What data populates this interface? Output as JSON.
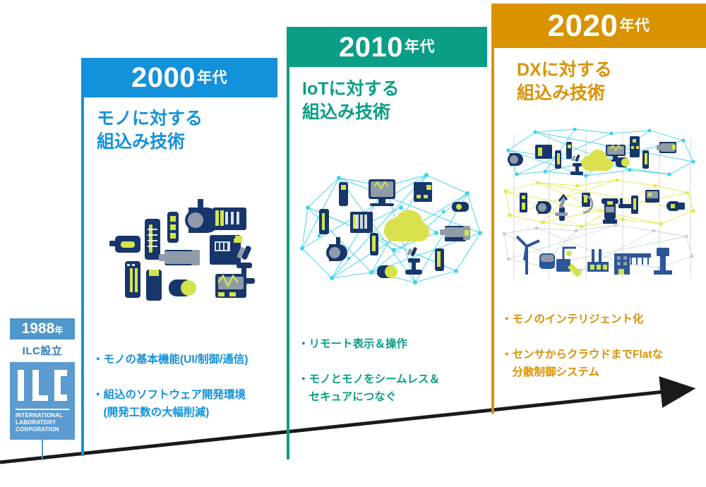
{
  "eras": [
    {
      "id": "2000s",
      "year": "2000",
      "year_suffix": "年代",
      "title": "モノに対する\n組込み技術",
      "bullets": [
        "・モノの基本機能(UI/制御/通信)",
        "・組込のソフトウェア開発環境\n　(開発工数の大幅削減)"
      ],
      "color": "#1391DB",
      "illustration": "embedded-devices-cluster"
    },
    {
      "id": "2010s",
      "year": "2010",
      "year_suffix": "年代",
      "title": "IoTに対する\n組込み技術",
      "bullets": [
        "・リモート表示＆操作",
        "・モノとモノをシームレス＆\n　セキュアにつなぐ"
      ],
      "color": "#0A9E86",
      "illustration": "iot-network-cloud-mesh"
    },
    {
      "id": "2020s",
      "year": "2020",
      "year_suffix": "年代",
      "title": "DXに対する\n組込み技術",
      "bullets": [
        "・モノのインテリジェント化",
        "・センサからクラウドまでFlatな\n　分散制御システム"
      ],
      "color": "#D99200",
      "illustration": "dx-three-layer-mesh"
    }
  ],
  "company": {
    "founded_year": "1988",
    "founded_suffix": "年",
    "founded_label": "ILC設立",
    "logo_text": "ILC",
    "logo_subtitle": "INTERNATIONAL\nLABORATORY\nCORPORATION",
    "logo_color": "#5B9BD0",
    "year_badge_color": "#4E97CB"
  },
  "timeline": {
    "arrow_color": "#1A1A1A",
    "direction": "ascending-right"
  },
  "palette": {
    "device_navy": "#17366B",
    "device_accent": "#D4E34A",
    "device_gray": "#8F9BA8",
    "mesh_cyan": "#3FD3E8",
    "mesh_yellow": "#E3E84A",
    "mesh_gray": "#C8CDD2",
    "cloud": "#D9E24C"
  }
}
